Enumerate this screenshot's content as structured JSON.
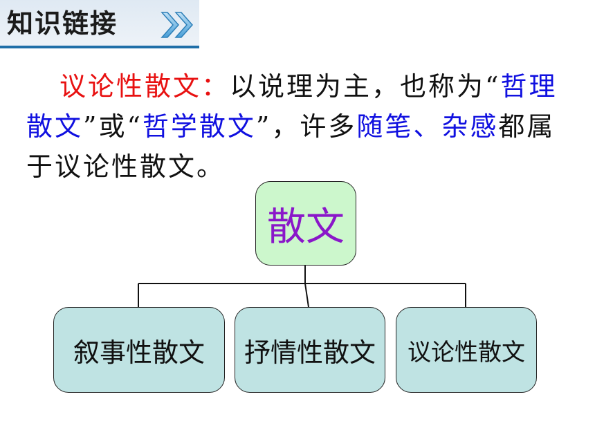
{
  "header": {
    "title": "知识链接",
    "arrow_icon": "double-chevron-right-icon",
    "accent_color": "#1f6fa8"
  },
  "definition": {
    "term": "议论性散文：",
    "t1": "以说理为主，也称为“",
    "b1": "哲理散文",
    "t2": "”或“",
    "b2": "哲学散文",
    "t3": "”，许多",
    "b3": "随笔、杂感",
    "t4": "都属于议论性散文。",
    "term_color": "#e81010",
    "highlight_color": "#1010e0"
  },
  "diagram": {
    "root": "散文",
    "children": [
      "叙事性散文",
      "抒情性散文",
      "议论性散文"
    ],
    "root_fill": "#ccf7cc",
    "child_fill": "#bfe3e3"
  }
}
